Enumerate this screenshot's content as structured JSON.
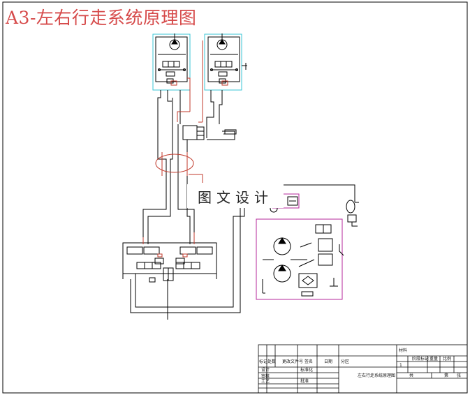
{
  "title": "A3-左右行走系统原理图",
  "watermark": "图文设计",
  "title_block": {
    "drawing_name": "左右行走系统原理图",
    "cells": {
      "mark": "标记",
      "count": "处数",
      "zone": "分区",
      "doc_no": "更改文件号",
      "signature": "签名",
      "date": "日期",
      "design": "设计",
      "standardization": "标准化",
      "review": "审核",
      "process": "工艺",
      "approve": "批准",
      "stage_mark": "阶段标记",
      "weight": "重量",
      "scale": "比例",
      "scale_value": "1",
      "material": "材料",
      "sheets_total": "共",
      "sheet_no": "第",
      "sheet_unit": "张"
    }
  },
  "colors": {
    "border": "#000000",
    "title": "#d64a4a",
    "hydraulic_line": "#000000",
    "pilot_line": "#c0392b",
    "motor_box": "#38c6d6",
    "pump_box": "#b5279b"
  }
}
